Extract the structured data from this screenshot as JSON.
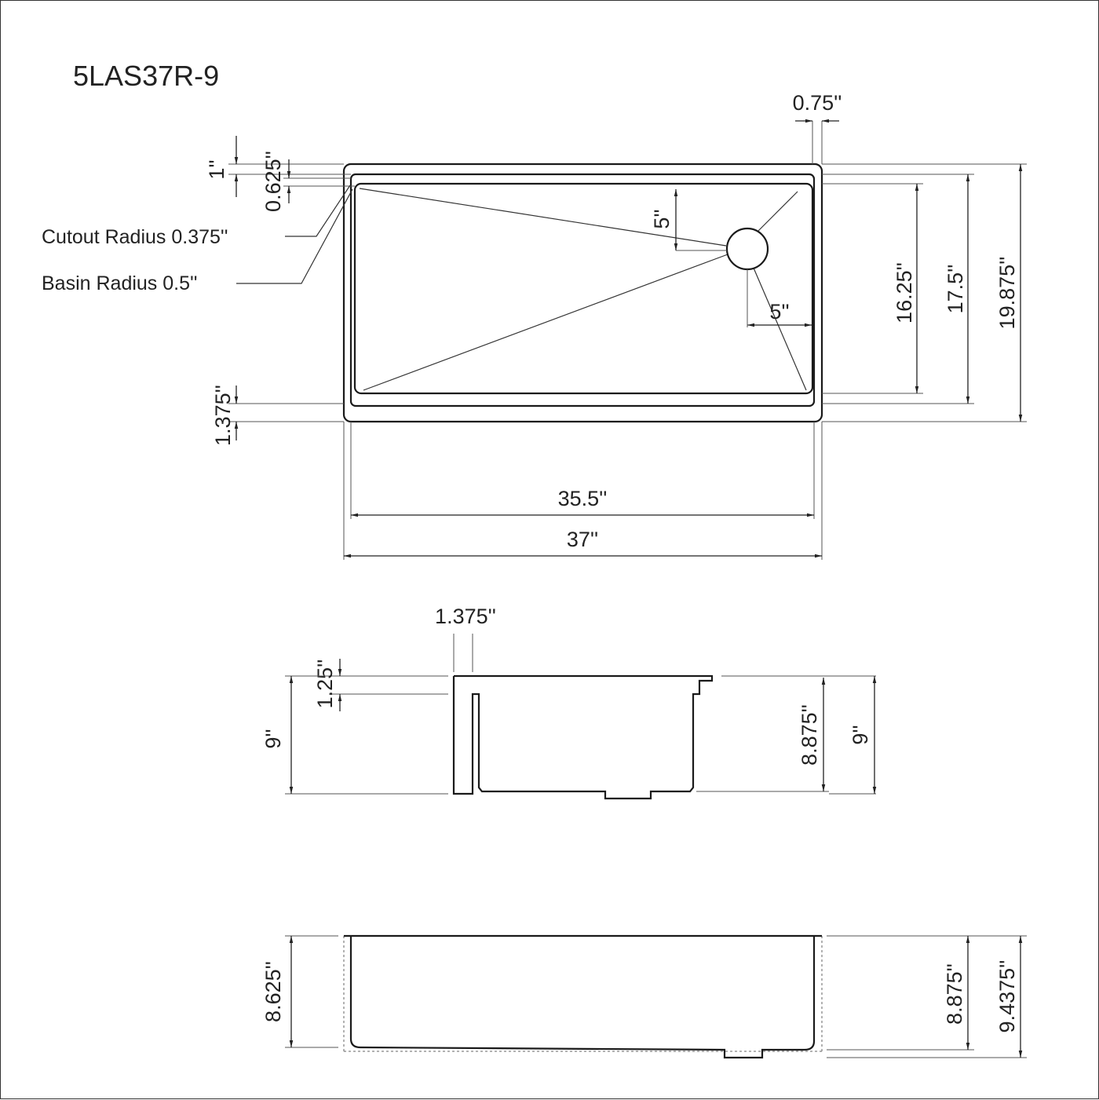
{
  "model": "5LAS37R-9",
  "top_view": {
    "notes": {
      "cutout_radius": "Cutout Radius 0.375''",
      "basin_radius": "Basin Radius 0.5''"
    },
    "dims": {
      "flange_right": "0.75''",
      "flange_top": "1''",
      "ledge_top": "0.625''",
      "drain_from_back": "5''",
      "drain_from_side": "5''",
      "bottom_ledge": "1.375''",
      "basin_depth_front_back": "16.25''",
      "cutout_front_back": "17.5''",
      "overall_front_back": "19.875''",
      "basin_width": "35.5''",
      "overall_width": "37''"
    }
  },
  "side_view": {
    "dims": {
      "ledge_width": "1.375''",
      "ledge_depth": "1.25''",
      "overall_depth_left": "9''",
      "basin_depth": "8.875''",
      "overall_depth_right": "9''"
    }
  },
  "front_view": {
    "dims": {
      "left_depth": "8.625''",
      "right_depth": "8.875''",
      "overall_depth": "9.4375''"
    }
  }
}
